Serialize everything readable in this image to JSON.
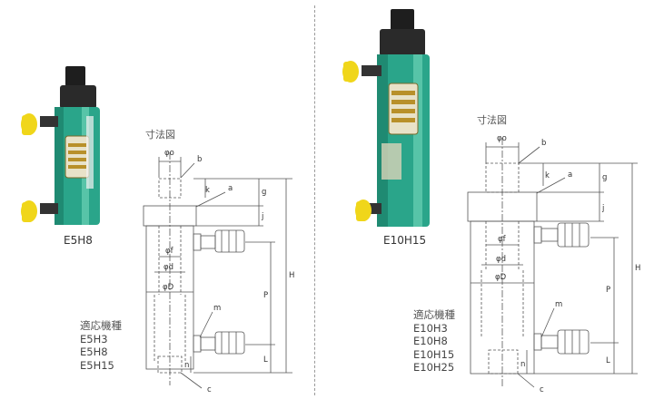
{
  "left": {
    "photo_caption": "E5H8",
    "dimension_title": "寸法図",
    "models_header": "適応機種",
    "models": [
      "E5H3",
      "E5H8",
      "E5H15"
    ]
  },
  "right": {
    "photo_caption": "E10H15",
    "dimension_title": "寸法図",
    "models_header": "適応機種",
    "models": [
      "E10H3",
      "E10H8",
      "E10H15",
      "E10H25"
    ]
  },
  "dimension_labels": {
    "o": "φo",
    "b": "b",
    "a": "a",
    "k": "k",
    "g": "g",
    "j": "j",
    "f": "φf",
    "d": "φd",
    "D": "φD",
    "P": "P",
    "H": "H",
    "m": "m",
    "L": "L",
    "n": "n",
    "c": "c"
  },
  "colors": {
    "cylinder": "#2aa58a",
    "coupler_cap": "#f0d61a",
    "ram": "#222222"
  }
}
